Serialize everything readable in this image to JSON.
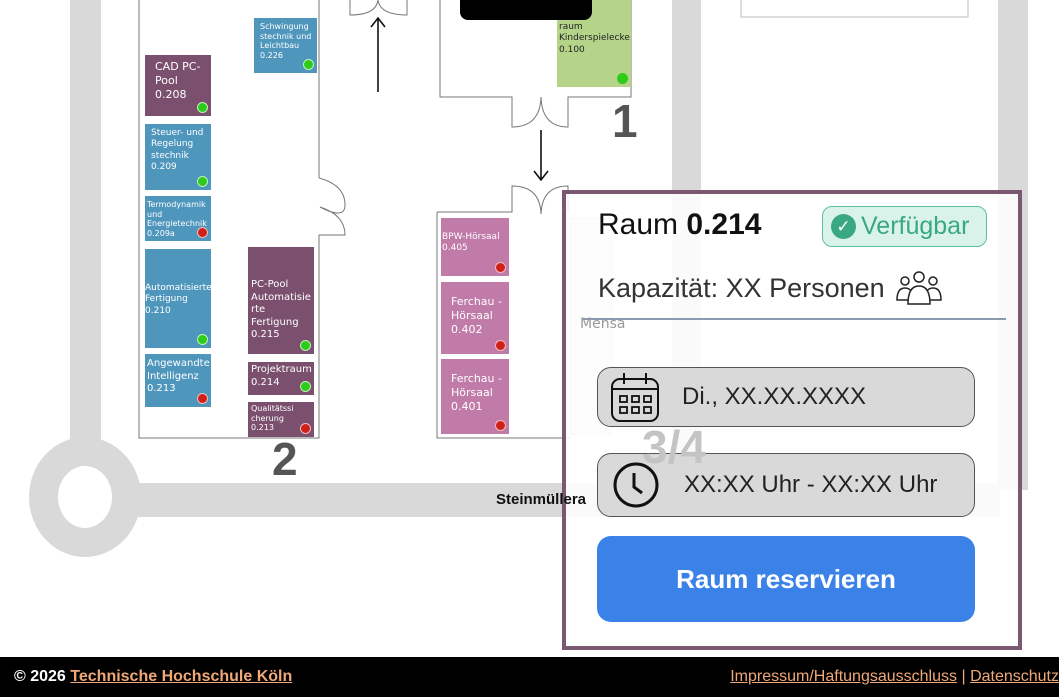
{
  "map": {
    "street": "Steinmüllera",
    "building_numbers": [
      "1",
      "2",
      "3/4"
    ],
    "mensa_label": "Mensa",
    "colors": {
      "available": "#2ecc1a",
      "occupied": "#d0201a"
    },
    "rooms": [
      {
        "label": "Schwingung stechnik und Leichtbau",
        "number": "0.226",
        "status": "available"
      },
      {
        "label": "CAD PC-Pool",
        "number": "0.208",
        "status": "available"
      },
      {
        "label": "Steuer- und Regelung stechnik",
        "number": "0.209",
        "status": "available"
      },
      {
        "label": "Termodynamik und Energietechnik",
        "number": "0.209a",
        "status": "occupied"
      },
      {
        "label": "Automatisierte Fertigung",
        "number": "0.210",
        "status": "available"
      },
      {
        "label": "Angewandte Intelligenz",
        "number": "0.213",
        "status": "occupied"
      },
      {
        "label": "PC-Pool Automatisie rte Fertigung",
        "number": "0.215",
        "status": "available"
      },
      {
        "label": "Projektraum",
        "number": "0.214",
        "status": "available"
      },
      {
        "label": "Qualitätssi cherung",
        "number": "0.213",
        "status": "occupied"
      },
      {
        "label": "raum Kinderspielecke",
        "number": "0.100",
        "status": "available"
      },
      {
        "label": "BPW-Hörsaal",
        "number": "0.405",
        "status": "occupied"
      },
      {
        "label": "Ferchau -Hörsaal",
        "number": "0.402",
        "status": "occupied"
      },
      {
        "label": "Ferchau -Hörsaal",
        "number": "0.401",
        "status": "occupied"
      }
    ]
  },
  "panel": {
    "title_prefix": "Raum",
    "room_number": "0.214",
    "status_badge": "Verfügbar",
    "capacity": "Kapazität: XX Personen",
    "date": "Di., XX.XX.XXXX",
    "time": "XX:XX Uhr - XX:XX Uhr",
    "reserve_button": "Raum reservieren"
  },
  "footer": {
    "copyright": "© 2026",
    "org_link": "Technische Hochschule Köln",
    "impressum_link": "Impressum/Haftungsausschluss",
    "separator": "|",
    "privacy_link": "Datenschutz"
  }
}
